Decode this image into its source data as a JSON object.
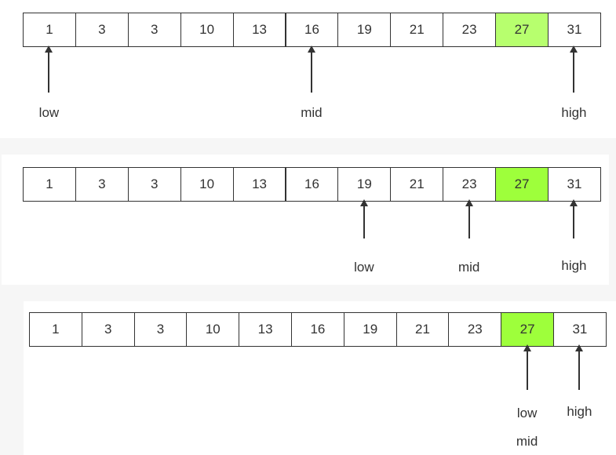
{
  "array": [
    "1",
    "3",
    "3",
    "10",
    "13",
    "16",
    "19",
    "21",
    "23",
    "27",
    "31"
  ],
  "steps": [
    {
      "target_index": 9,
      "pointers": [
        {
          "index": 0,
          "labels": [
            "low"
          ]
        },
        {
          "index": 5,
          "labels": [
            "mid"
          ]
        },
        {
          "index": 10,
          "labels": [
            "high"
          ]
        }
      ]
    },
    {
      "target_index": 9,
      "pointers": [
        {
          "index": 6,
          "labels": [
            "low"
          ]
        },
        {
          "index": 8,
          "labels": [
            "mid"
          ]
        },
        {
          "index": 10,
          "labels": [
            "high"
          ]
        }
      ]
    },
    {
      "target_index": 9,
      "pointers": [
        {
          "index": 9,
          "labels": [
            "low",
            "mid"
          ]
        },
        {
          "index": 10,
          "labels": [
            "high"
          ]
        }
      ]
    }
  ]
}
